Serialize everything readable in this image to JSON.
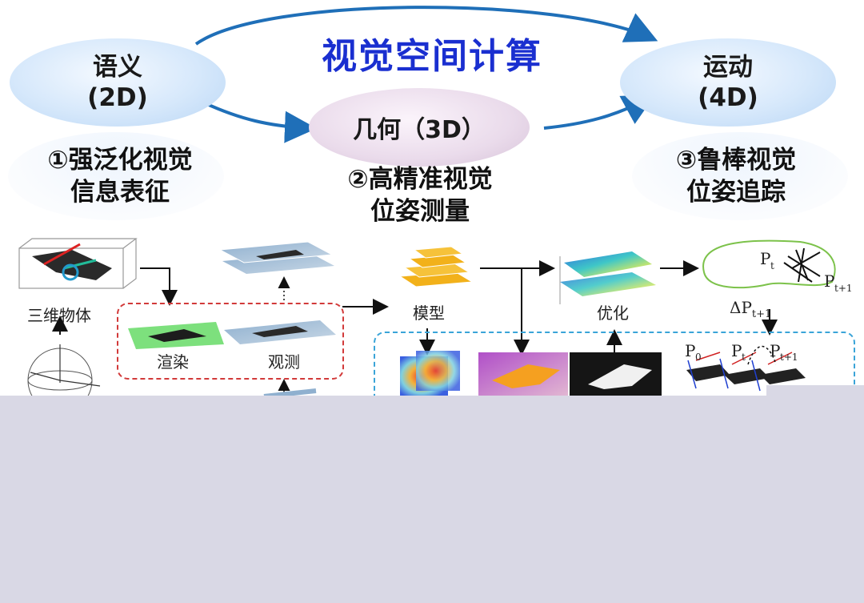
{
  "title": "视觉空间计算",
  "nodes": {
    "semantic": {
      "name": "语义",
      "dim": "(2D)"
    },
    "geometry": {
      "label": "几何（3D）"
    },
    "motion": {
      "name": "运动",
      "dim": "(4D)"
    }
  },
  "tasks": {
    "t1": {
      "line1": "①强泛化视觉",
      "line2": "信息表征"
    },
    "t2": {
      "line1": "②高精准视觉",
      "line2": "位姿测量"
    },
    "t3": {
      "line1": "③鲁棒视觉",
      "line2": "位姿追踪"
    }
  },
  "pipeline": {
    "object": "三维物体",
    "render": "渲染",
    "observe": "观测",
    "model": "模型",
    "optimize": "优化",
    "delta_p": "ΔP",
    "delta_p_sub": "t+1",
    "p": "P",
    "p_t_sub": "t",
    "p_t1_sub": "t+1",
    "p0_sub": "0"
  },
  "colors": {
    "title_blue": "#1a2fd0",
    "arrow_blue": "#1f6fb8",
    "dash_red": "#d23a3a",
    "dash_blue": "#3aa4d8",
    "overlay_gray": "#d9d8e5"
  }
}
